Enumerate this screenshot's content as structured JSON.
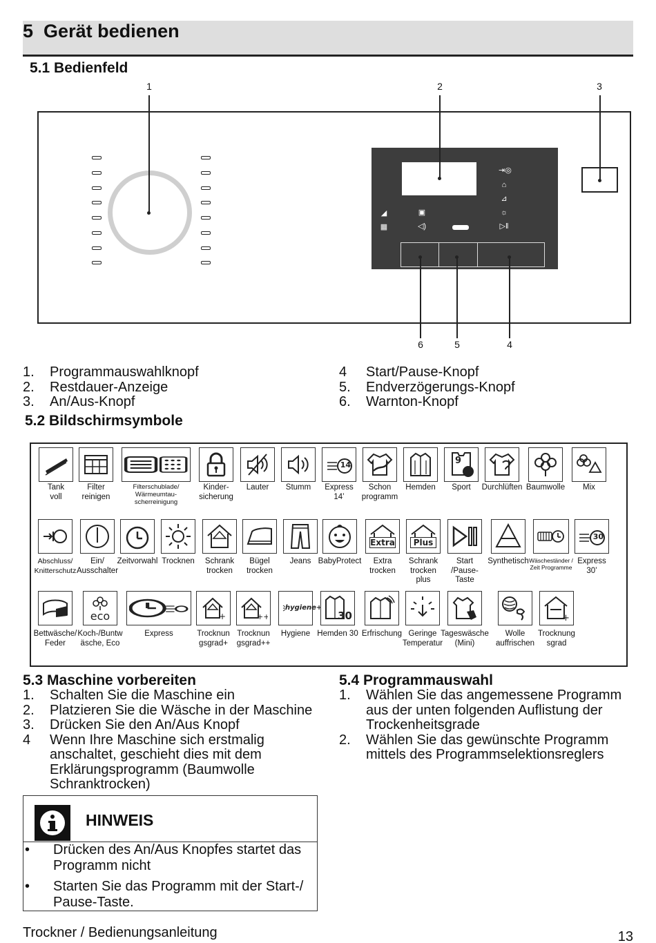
{
  "chapter": {
    "number": "5",
    "title": "Gerät bedienen"
  },
  "section_5_1": {
    "title": "5.1 Bedienfeld",
    "callouts_top": [
      "1",
      "2",
      "3"
    ],
    "callouts_bottom": [
      "6",
      "5",
      "4"
    ],
    "legend_left": [
      {
        "num": "1.",
        "text": "Programmauswahlknopf"
      },
      {
        "num": "2.",
        "text": "Restdauer-Anzeige"
      },
      {
        "num": "3.",
        "text": "An/Aus-Knopf"
      }
    ],
    "legend_right": [
      {
        "num": "4",
        "text": "Start/Pause-Knopf"
      },
      {
        "num": "5.",
        "text": "Endverzögerungs-Knopf"
      },
      {
        "num": "6.",
        "text": "Warnton-Knopf"
      }
    ]
  },
  "section_5_2": {
    "title": "5.2 Bildschirmsymbole",
    "row1": [
      {
        "icon": "tank-full-icon",
        "label": "Tank\nvoll"
      },
      {
        "icon": "filter-clean-icon",
        "label": "Filter\nreinigen"
      },
      {
        "icon": "filter-drawer-icon",
        "label": "Filterschublade/\nWärmeumtau-\nscherreinigung"
      },
      {
        "icon": "child-lock-icon",
        "label": "Kinder-\nsicherung"
      },
      {
        "icon": "speaker-loud-icon",
        "label": "Lauter"
      },
      {
        "icon": "speaker-mute-icon",
        "label": "Stumm"
      },
      {
        "icon": "express-14-icon",
        "label": "Express\n14’",
        "overlay": "14"
      },
      {
        "icon": "gentle-program-icon",
        "label": "Schon\nprogramm"
      },
      {
        "icon": "shirt-icon",
        "label": "Hemden"
      },
      {
        "icon": "sport-icon",
        "label": "Sport",
        "overlay": "9"
      },
      {
        "icon": "airing-icon",
        "label": "Durchlüften"
      },
      {
        "icon": "cotton-icon",
        "label": "Baumwolle"
      },
      {
        "icon": "mix-icon",
        "label": "Mix"
      }
    ],
    "row2": [
      {
        "icon": "anti-crease-icon",
        "label": "Abschluss/\nKnitterschutz"
      },
      {
        "icon": "power-icon",
        "label": "Ein/\nAusschalter"
      },
      {
        "icon": "timer-icon",
        "label": "Zeitvorwahl"
      },
      {
        "icon": "drying-sun-icon",
        "label": "Trocknen"
      },
      {
        "icon": "cupboard-dry-icon",
        "label": "Schrank\ntrocken"
      },
      {
        "icon": "iron-dry-icon",
        "label": "Bügel\ntrocken"
      },
      {
        "icon": "jeans-icon",
        "label": "Jeans"
      },
      {
        "icon": "baby-icon",
        "label": "BabyProtect"
      },
      {
        "icon": "extra-dry-icon",
        "label": "Extra\ntrocken",
        "overlay": "Extra"
      },
      {
        "icon": "cupboard-dry-plus-icon",
        "label": "Schrank\ntrocken\nplus",
        "overlay": "Plus"
      },
      {
        "icon": "start-pause-icon",
        "label": "Start\n/Pause-\nTaste"
      },
      {
        "icon": "synthetic-icon",
        "label": "Synthetisch"
      },
      {
        "icon": "rack-time-icon",
        "label": "Wäscheständer /\nZeit Programme"
      },
      {
        "icon": "express-30-icon",
        "label": "Express\n30’",
        "overlay": "30"
      }
    ],
    "row3": [
      {
        "icon": "bedding-icon",
        "label": "Bettwäsche/\nFeder"
      },
      {
        "icon": "eco-icon",
        "label": "Koch-/Buntw\näsche, Eco",
        "overlay": "eco"
      },
      {
        "icon": "express-icon",
        "label": "Express"
      },
      {
        "icon": "dryness-plus-icon",
        "label": "Trocknun\ngsgrad+"
      },
      {
        "icon": "dryness-plusplus-icon",
        "label": "Trocknun\ngsgrad++"
      },
      {
        "icon": "hygiene-icon",
        "label": "Hygiene",
        "overlay": "hygiene+"
      },
      {
        "icon": "shirt-30-icon",
        "label": "Hemden 30",
        "overlay": "30"
      },
      {
        "icon": "refresh-icon",
        "label": "Erfrischung"
      },
      {
        "icon": "low-temp-icon",
        "label": "Geringe\nTemperatur"
      },
      {
        "icon": "daily-mini-icon",
        "label": "Tageswäsche\n(Mini)"
      },
      {
        "icon": "wool-refresh-icon",
        "label": "Wolle\nauffrischen"
      },
      {
        "icon": "dryness-level-icon",
        "label": "Trocknung\nsgrad"
      }
    ]
  },
  "section_5_3": {
    "title": "5.3 Maschine vorbereiten",
    "items": [
      {
        "num": "1.",
        "lines": [
          "Schalten Sie die Maschine ein"
        ]
      },
      {
        "num": "2.",
        "lines": [
          "Platzieren Sie die Wäsche in der Maschine"
        ]
      },
      {
        "num": "3.",
        "lines": [
          "Drücken Sie den An/Aus Knopf"
        ]
      },
      {
        "num": "4",
        "lines": [
          "Wenn Ihre Maschine sich erstmalig",
          "anschaltet, geschieht dies mit dem",
          "Erklärungsprogramm (Baumwolle",
          "Schranktrocken)"
        ]
      }
    ]
  },
  "section_5_4": {
    "title": "5.4 Programmauswahl",
    "items": [
      {
        "num": "1.",
        "lines": [
          "Wählen Sie das angemessene Programm",
          "aus der unten folgenden Auflistung der",
          "Trockenheitsgrade"
        ]
      },
      {
        "num": "2.",
        "lines": [
          "Wählen Sie das gewünschte Programm",
          "mittels des Programmselektionsreglers"
        ]
      }
    ]
  },
  "note": {
    "title": "HINWEIS",
    "bullet": "•",
    "items": [
      {
        "lines": [
          "Drücken des An/Aus Knopfes startet das",
          "Programm nicht"
        ]
      },
      {
        "lines": [
          "Starten Sie das Programm mit der Start-/",
          "Pause-Taste."
        ]
      }
    ]
  },
  "footer": {
    "left": "Trockner / Bedienungsanleitung",
    "page": "13"
  }
}
